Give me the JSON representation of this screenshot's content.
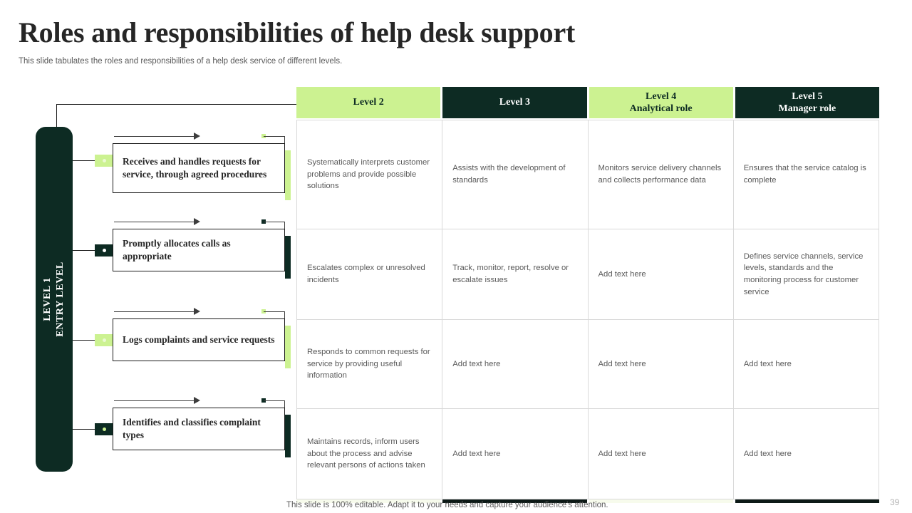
{
  "slide": {
    "title": "Roles and responsibilities of help desk support",
    "subtitle": "This slide tabulates the roles and responsibilities of a help desk service of different levels.",
    "footnote": "This slide is 100% editable. Adapt it to your needs and capture your audience's attention.",
    "page_number": "39"
  },
  "colors": {
    "dark_green": "#0d2b23",
    "light_green": "#ccf291",
    "title_text": "#262626",
    "body_text": "#595959",
    "grid_line": "#d9d9d9",
    "outline": "#1a1a1a"
  },
  "level1": {
    "line1": "LEVEL 1",
    "line2": "ENTRY LEVEL"
  },
  "tasks": [
    {
      "label": "Receives and handles requests for service, through agreed procedures",
      "accent": "light",
      "marker_icon": "connector-dot-icon"
    },
    {
      "label": "Promptly allocates calls as appropriate",
      "accent": "dark",
      "marker_icon": "connector-dot-icon"
    },
    {
      "label": "Logs complaints and service requests",
      "accent": "light",
      "marker_icon": "connector-dot-icon"
    },
    {
      "label": "Identifies and classifies complaint types",
      "accent": "dark",
      "marker_icon": "connector-dot-icon"
    }
  ],
  "table": {
    "headers": [
      {
        "line1": "Level 2",
        "line2": "",
        "style": "light"
      },
      {
        "line1": "Level 3",
        "line2": "",
        "style": "dark"
      },
      {
        "line1": "Level 4",
        "line2": "Analytical role",
        "style": "light"
      },
      {
        "line1": "Level 5",
        "line2": "Manager role",
        "style": "dark"
      }
    ],
    "rows": [
      [
        "Systematically interprets customer problems and provide possible solutions",
        "Assists with the development of standards",
        "Monitors service delivery channels and collects performance data",
        "Ensures that the service catalog is complete"
      ],
      [
        "Escalates complex or unresolved incidents",
        "Track,  monitor, report, resolve or escalate issues",
        "Add text here",
        "Defines service channels, service levels, standards and the monitoring process for customer service"
      ],
      [
        "Responds to common requests for service by providing useful information",
        "Add text here",
        "Add text here",
        "Add text here"
      ],
      [
        "Maintains records, inform users about the process and advise relevant persons of actions taken",
        "Add text here",
        "Add text here",
        "Add text here"
      ]
    ]
  }
}
